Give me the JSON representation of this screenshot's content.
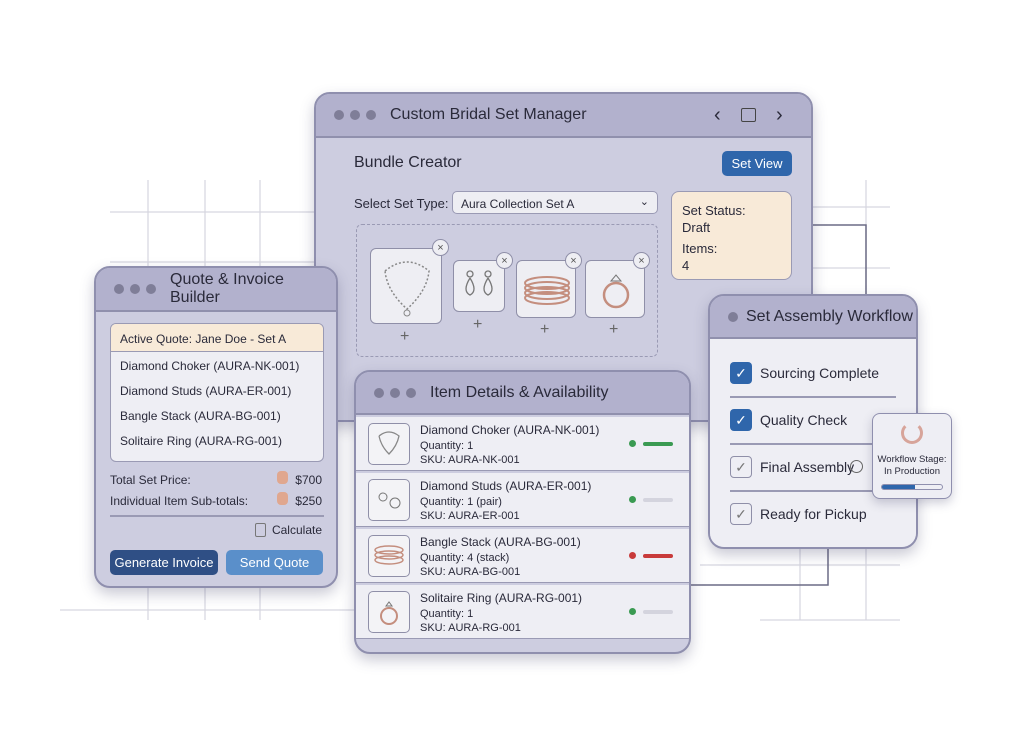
{
  "main": {
    "title": "Custom Bridal Set Manager",
    "section": "Bundle Creator",
    "set_view": "Set View",
    "select_label": "Select Set Type:",
    "select_value": "Aura Collection Set A",
    "status_label": "Set Status:",
    "status_value": "Draft",
    "items_label": "Items:",
    "items_value": "4",
    "bundle_items": [
      "necklace-icon",
      "earrings-icon",
      "bangles-icon",
      "ring-icon"
    ]
  },
  "quote": {
    "title": "Quote & Invoice Builder",
    "active": "Active Quote: Jane Doe - Set A",
    "items": [
      "Diamond Choker (AURA-NK-001)",
      "Diamond Studs (AURA-ER-001)",
      "Bangle Stack (AURA-BG-001)",
      "Solitaire Ring (AURA-RG-001)"
    ],
    "total_label": "Total Set Price:",
    "total_value": "$700",
    "sub_label": "Individual Item Sub-totals:",
    "sub_value": "$250",
    "calculate": "Calculate",
    "generate": "Generate Invoice",
    "send": "Send Quote"
  },
  "details": {
    "title": "Item Details & Availability",
    "rows": [
      {
        "name": "Diamond Choker (AURA-NK-001)",
        "qty": "Quantity: 1",
        "sku": "SKU: AURA-NK-001",
        "status": "#3a9a52",
        "bar": "#3a9a52"
      },
      {
        "name": "Diamond Studs (AURA-ER-001)",
        "qty": "Quantity: 1 (pair)",
        "sku": "SKU: AURA-ER-001",
        "status": "#3a9a52",
        "bar": "#d4d4de"
      },
      {
        "name": "Bangle Stack (AURA-BG-001)",
        "qty": "Quantity: 4 (stack)",
        "sku": "SKU: AURA-BG-001",
        "status": "#c83a3a",
        "bar": "#c83a3a"
      },
      {
        "name": "Solitaire Ring (AURA-RG-001)",
        "qty": "Quantity: 1",
        "sku": "SKU: AURA-RG-001",
        "status": "#3a9a52",
        "bar": "#d4d4de"
      }
    ]
  },
  "workflow": {
    "title": "Set Assembly Workflow",
    "steps": [
      {
        "label": "Sourcing Complete",
        "done": true
      },
      {
        "label": "Quality Check",
        "done": true
      },
      {
        "label": "Final Assembly",
        "done": false
      },
      {
        "label": "Ready for Pickup",
        "done": false
      }
    ],
    "stage_label": "Workflow Stage:",
    "stage_value": "In Production",
    "progress": 0.55
  }
}
